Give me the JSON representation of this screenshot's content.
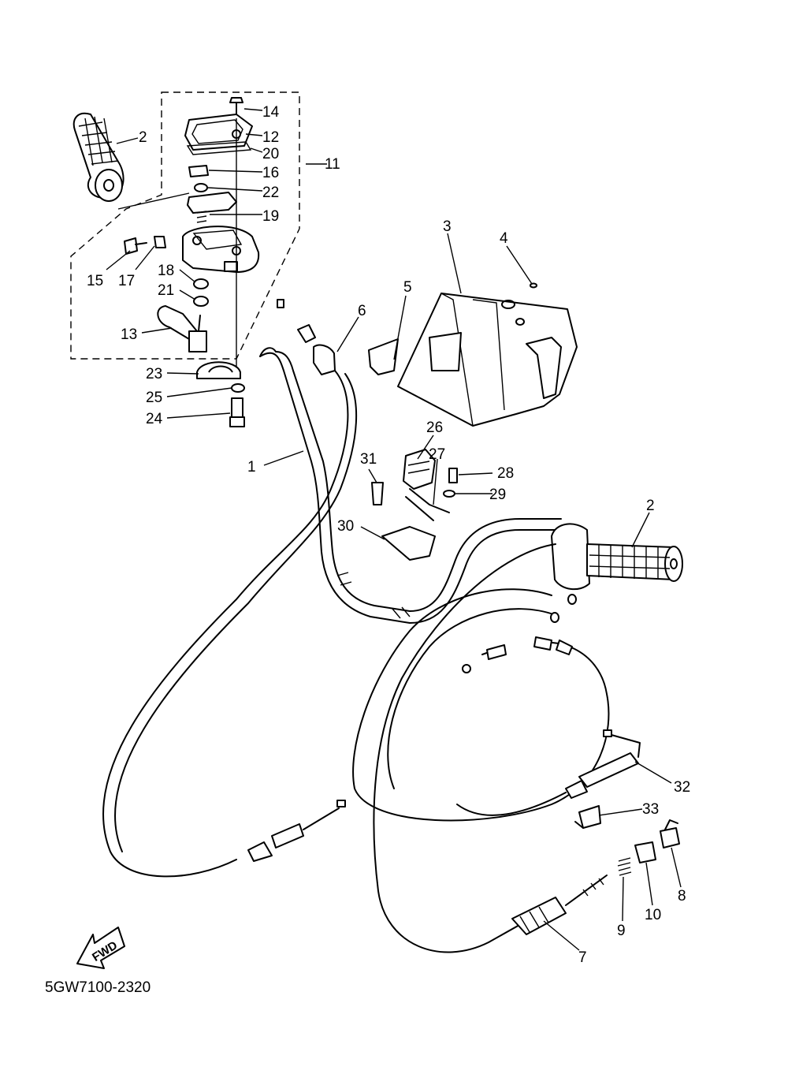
{
  "diagram_code": "5GW7100-2320",
  "fwd_label": "FWD",
  "callouts": [
    {
      "id": "c1",
      "text": "1"
    },
    {
      "id": "c2a",
      "text": "2"
    },
    {
      "id": "c2b",
      "text": "2"
    },
    {
      "id": "c3",
      "text": "3"
    },
    {
      "id": "c4",
      "text": "4"
    },
    {
      "id": "c5",
      "text": "5"
    },
    {
      "id": "c6",
      "text": "6"
    },
    {
      "id": "c7",
      "text": "7"
    },
    {
      "id": "c8",
      "text": "8"
    },
    {
      "id": "c9",
      "text": "9"
    },
    {
      "id": "c10",
      "text": "10"
    },
    {
      "id": "c11",
      "text": "11"
    },
    {
      "id": "c12",
      "text": "12"
    },
    {
      "id": "c13",
      "text": "13"
    },
    {
      "id": "c14",
      "text": "14"
    },
    {
      "id": "c15",
      "text": "15"
    },
    {
      "id": "c16",
      "text": "16"
    },
    {
      "id": "c17",
      "text": "17"
    },
    {
      "id": "c18",
      "text": "18"
    },
    {
      "id": "c19",
      "text": "19"
    },
    {
      "id": "c20",
      "text": "20"
    },
    {
      "id": "c21",
      "text": "21"
    },
    {
      "id": "c22",
      "text": "22"
    },
    {
      "id": "c23",
      "text": "23"
    },
    {
      "id": "c24",
      "text": "24"
    },
    {
      "id": "c25",
      "text": "25"
    },
    {
      "id": "c26",
      "text": "26"
    },
    {
      "id": "c27",
      "text": "27"
    },
    {
      "id": "c28",
      "text": "28"
    },
    {
      "id": "c29",
      "text": "29"
    },
    {
      "id": "c30",
      "text": "30"
    },
    {
      "id": "c31",
      "text": "31"
    },
    {
      "id": "c32",
      "text": "32"
    },
    {
      "id": "c33",
      "text": "33"
    }
  ]
}
